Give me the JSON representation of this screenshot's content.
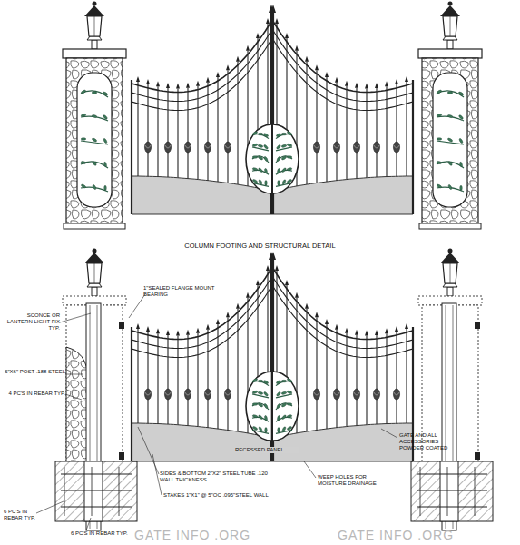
{
  "diagram": {
    "title": "COLUMN FOOTING AND STRUCTURAL DETAIL",
    "labels": [
      "1\"SEALED FLANGE MOUNT BEARING",
      "SCONCE OR LANTERN LIGHT FIX TYP.",
      "6\"X6\" POST .188 STEEL",
      "4 PC'S IN REBAR TYP.",
      "GATE AND ALL ACCESSORIES POWDER COATED",
      "WEEP HOLES FOR MOISTURE DRAINAGE",
      "RECESSED PANEL",
      "SIDES & BOTTOM 2\"X2\" STEEL TUBE .120 WALL THICKNESS",
      "STAKES 1\"X1\" @ 5\"OC .095\"STEEL WALL",
      "6 PC'S IN REBAR TYP.",
      "6 PC'S IN REBAR TYP.",
      "GATE INFO .ORG",
      "GATE INFO .ORG"
    ]
  }
}
